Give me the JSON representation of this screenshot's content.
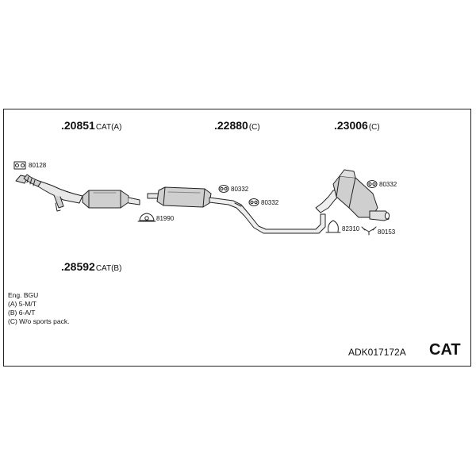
{
  "part_numbers": {
    "p1": {
      "num": ".20851",
      "suffix": "CAT(A)"
    },
    "p2": {
      "num": ".22880",
      "suffix": "(C)"
    },
    "p3": {
      "num": ".23006",
      "suffix": "(C)"
    },
    "p4": {
      "num": ".28592",
      "suffix": "CAT(B)"
    }
  },
  "component_labels": {
    "gasket": "80128",
    "mount_1990": "81990",
    "hanger_a": "80332",
    "hanger_b": "80332",
    "hanger_c": "80332",
    "clamp": "82310",
    "bracket": "80153"
  },
  "notes": [
    "Eng. BGU",
    "(A) 5-M/T",
    "(B) 6-A/T",
    "(C) W/o sports pack."
  ],
  "kit_code": "ADK017172A",
  "category": "CAT",
  "colors": {
    "line": "#222222",
    "fill_light": "#e6e6e6",
    "fill_mid": "#bdbdbd"
  }
}
